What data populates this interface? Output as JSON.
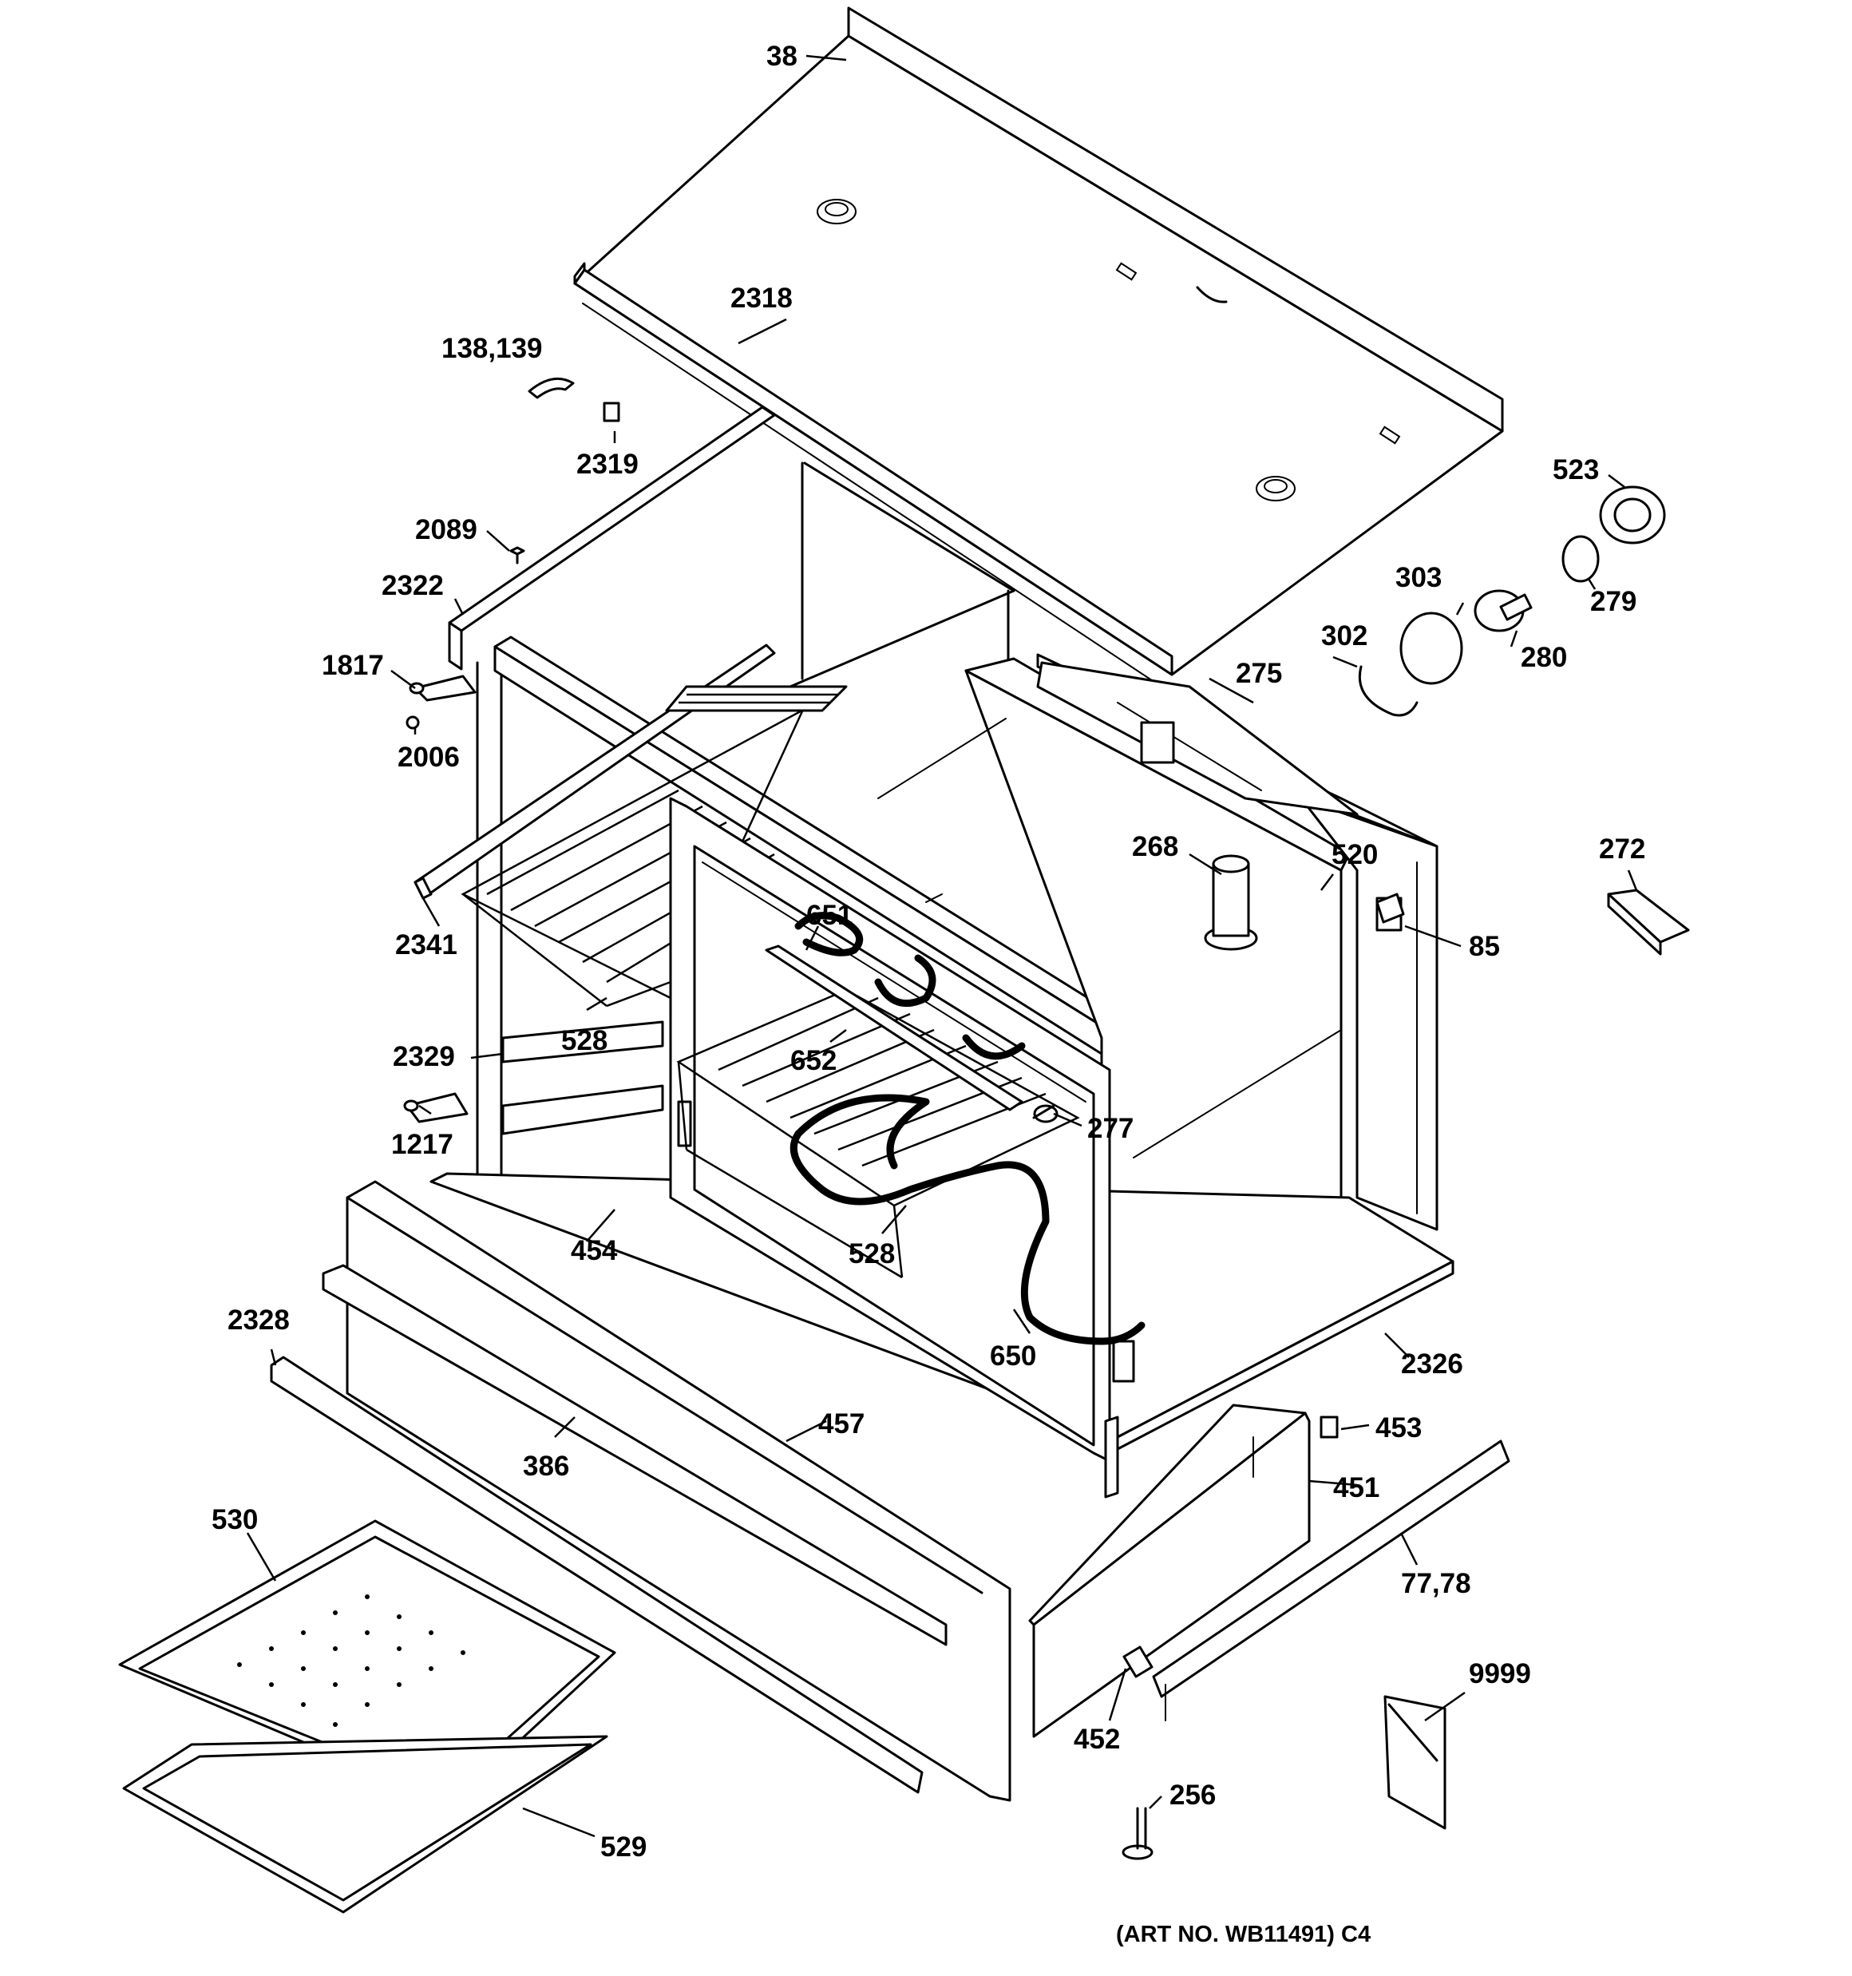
{
  "diagram": {
    "parts": [
      {
        "key": "p38",
        "label": "38"
      },
      {
        "key": "p2318",
        "label": "2318"
      },
      {
        "key": "p138",
        "label": "138,139"
      },
      {
        "key": "p2319",
        "label": "2319"
      },
      {
        "key": "p2089",
        "label": "2089"
      },
      {
        "key": "p2322",
        "label": "2322"
      },
      {
        "key": "p1817",
        "label": "1817"
      },
      {
        "key": "p2006",
        "label": "2006"
      },
      {
        "key": "p2341",
        "label": "2341"
      },
      {
        "key": "p528a",
        "label": "528"
      },
      {
        "key": "p2329",
        "label": "2329"
      },
      {
        "key": "p1217",
        "label": "1217"
      },
      {
        "key": "p454",
        "label": "454"
      },
      {
        "key": "p2328",
        "label": "2328"
      },
      {
        "key": "p386",
        "label": "386"
      },
      {
        "key": "p457",
        "label": "457"
      },
      {
        "key": "p530",
        "label": "530"
      },
      {
        "key": "p529",
        "label": "529"
      },
      {
        "key": "p523",
        "label": "523"
      },
      {
        "key": "p279",
        "label": "279"
      },
      {
        "key": "p303",
        "label": "303"
      },
      {
        "key": "p280",
        "label": "280"
      },
      {
        "key": "p302",
        "label": "302"
      },
      {
        "key": "p275",
        "label": "275"
      },
      {
        "key": "p268",
        "label": "268"
      },
      {
        "key": "p520",
        "label": "520"
      },
      {
        "key": "p272",
        "label": "272"
      },
      {
        "key": "p85",
        "label": "85"
      },
      {
        "key": "p651",
        "label": "651"
      },
      {
        "key": "p652",
        "label": "652"
      },
      {
        "key": "p277",
        "label": "277"
      },
      {
        "key": "p528b",
        "label": "528"
      },
      {
        "key": "p650",
        "label": "650"
      },
      {
        "key": "p2326",
        "label": "2326"
      },
      {
        "key": "p453",
        "label": "453"
      },
      {
        "key": "p451",
        "label": "451"
      },
      {
        "key": "p7778",
        "label": "77,78"
      },
      {
        "key": "p9999",
        "label": "9999"
      },
      {
        "key": "p452",
        "label": "452"
      },
      {
        "key": "p256",
        "label": "256"
      }
    ],
    "art_number": "(ART NO. WB11491) C4"
  }
}
